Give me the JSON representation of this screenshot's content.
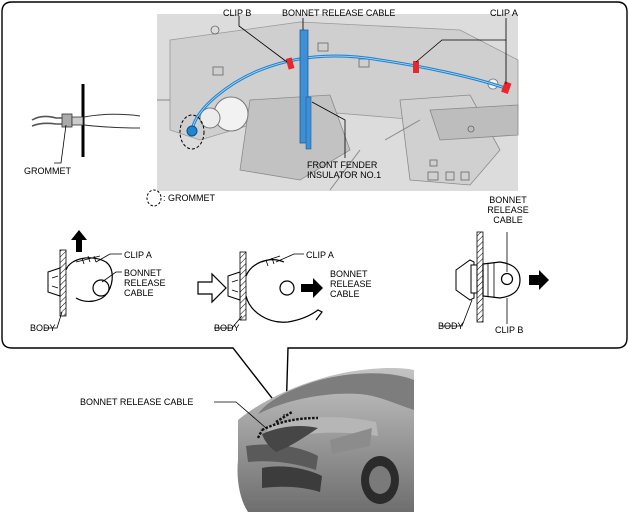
{
  "callout": {
    "top_labels": {
      "clip_b": "CLIP B",
      "bonnet_release_cable": "BONNET RELEASE CABLE",
      "clip_a": "CLIP A"
    },
    "front_fender_insulator": "FRONT FENDER\nINSULATOR NO.1",
    "grommet": "GROMMET",
    "grommet_legend": ": GROMMET",
    "detail_1": {
      "clip_a": "CLIP A",
      "cable": "BONNET\nRELEASE\nCABLE",
      "body": "BODY"
    },
    "detail_2": {
      "clip_a": "CLIP A",
      "cable": "BONNET\nRELEASE\nCABLE",
      "body": "BODY"
    },
    "detail_3": {
      "cable": "BONNET\nRELEASE\nCABLE",
      "body": "BODY",
      "clip_b": "CLIP B"
    }
  },
  "vehicle": {
    "label": "BONNET RELEASE CABLE"
  },
  "colors": {
    "cable_blue": "#1f86d2",
    "insulator_blue": "#3d8fd6",
    "clip_red": "#e8262b",
    "line": "#000000",
    "photo_gray": "#d9d9d9",
    "car_gray": "#9a9a9a"
  },
  "icons": [
    "up-arrow-icon",
    "right-arrow-icon",
    "outline-right-arrow-icon",
    "grommet-dashed-circle-icon"
  ]
}
